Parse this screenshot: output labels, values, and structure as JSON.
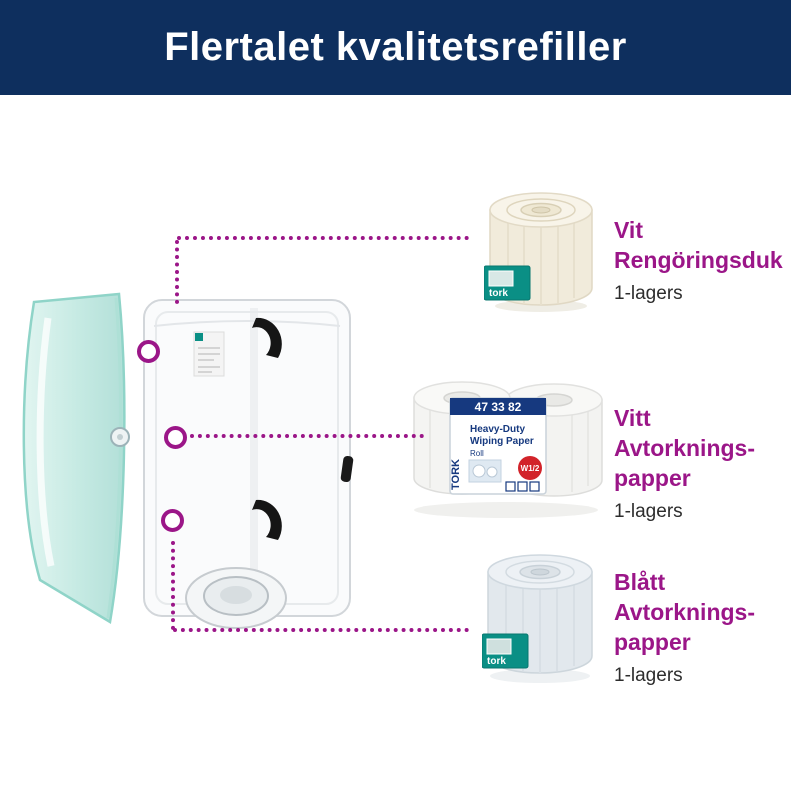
{
  "header": {
    "title": "Flertalet kvalitetsrefiller"
  },
  "brand": {
    "logo": "tork"
  },
  "colors": {
    "header_bg": "#0e2f5e",
    "accent_magenta": "#9b1688",
    "tork_teal": "#0a8f85",
    "label_navy": "#16397f",
    "badge_red": "#d2232a"
  },
  "refills": [
    {
      "name_lines": [
        "Vit",
        "Rengöringsduk"
      ],
      "layers": "1-lagers"
    },
    {
      "name_lines": [
        "Vitt",
        "Avtorknings-",
        "papper"
      ],
      "layers": "1-lagers",
      "pack_label": {
        "article_no": "47 33 82",
        "brand": "TORK",
        "product_lines": [
          "Heavy-Duty",
          "Wiping Paper"
        ],
        "format": "Roll",
        "badge": "W1/2"
      }
    },
    {
      "name_lines": [
        "Blått",
        "Avtorknings-",
        "papper"
      ],
      "layers": "1-lagers"
    }
  ]
}
